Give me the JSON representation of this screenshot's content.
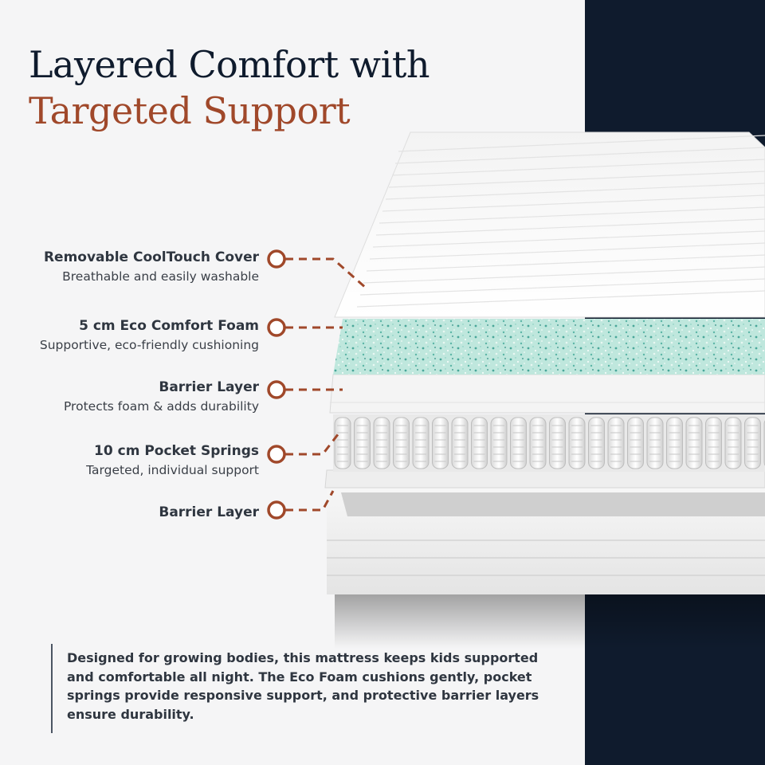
{
  "headline": {
    "line1": "Layered Comfort with",
    "line2": "Targeted Support"
  },
  "layers": [
    {
      "title": "Removable CoolTouch Cover",
      "subtitle": "Breathable and easily washable"
    },
    {
      "title": "5 cm Eco Comfort Foam",
      "subtitle": "Supportive, eco-friendly cushioning"
    },
    {
      "title": "Barrier Layer",
      "subtitle": "Protects foam & adds durability"
    },
    {
      "title": "10 cm Pocket Springs",
      "subtitle": "Targeted, individual support"
    },
    {
      "title": "Barrier Layer",
      "subtitle": ""
    }
  ],
  "description": "Designed for growing bodies, this mattress keeps kids supported and comfortable all night. The Eco Foam cushions gently, pocket springs provide responsive support, and protective barrier layers ensure durability.",
  "colors": {
    "navy": "#0f1b2d",
    "accent": "#a0482a",
    "text_dark": "#2f3640",
    "text_muted": "#3a3f47",
    "background": "#f5f5f6",
    "foam": "#bfe7dd"
  }
}
